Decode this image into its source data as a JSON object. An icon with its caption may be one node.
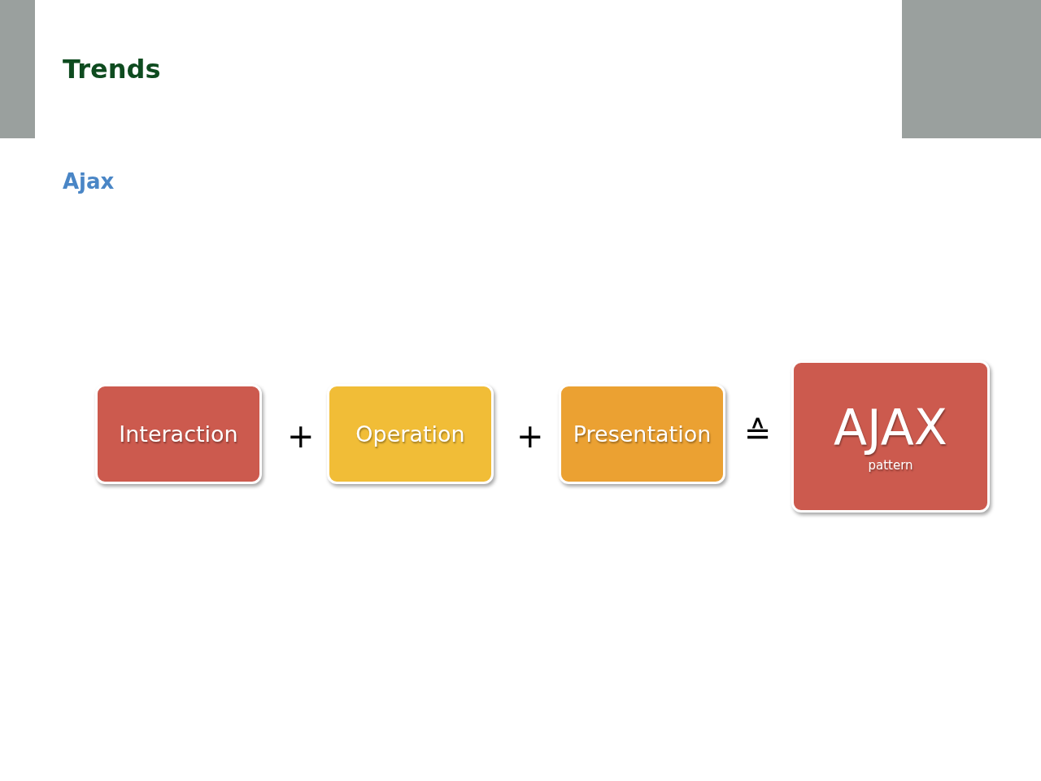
{
  "diagram": {
    "title": "Trends",
    "nodes": [
      {
        "text": [
          "Interaction"
        ]
      },
      {
        "text": [
          "Operation"
        ]
      },
      {
        "text": [
          "Presentation"
        ]
      },
      {
        "text": [
          "AJAX",
          "pattern"
        ]
      }
    ],
    "labels": [
      "Ajax",
      "+",
      "+",
      "≙"
    ]
  }
}
